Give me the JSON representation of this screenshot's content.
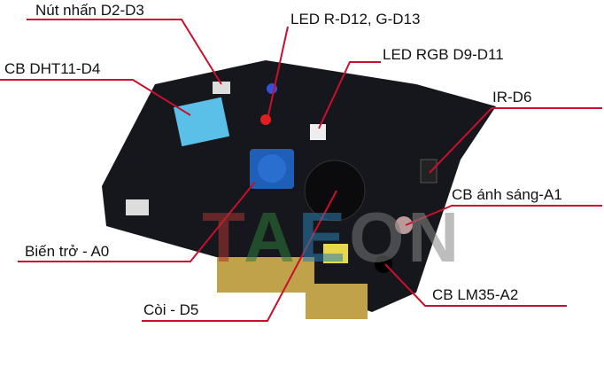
{
  "labels": {
    "button": "Nút nhấn D2-D3",
    "led_rg": "LED R-D12, G-D13",
    "dht11": "CB DHT11-D4",
    "led_rgb": "LED RGB D9-D11",
    "ir": "IR-D6",
    "light": "CB ánh sáng-A1",
    "pot": "Biến trở - A0",
    "lm35": "CB LM35-A2",
    "buzzer": "Còi - D5"
  },
  "watermark": "TAEON",
  "colors": {
    "line": "#c8102e",
    "board": "#15171c",
    "sensor": "#5bc0e8",
    "pot": "#1f5fb8"
  }
}
